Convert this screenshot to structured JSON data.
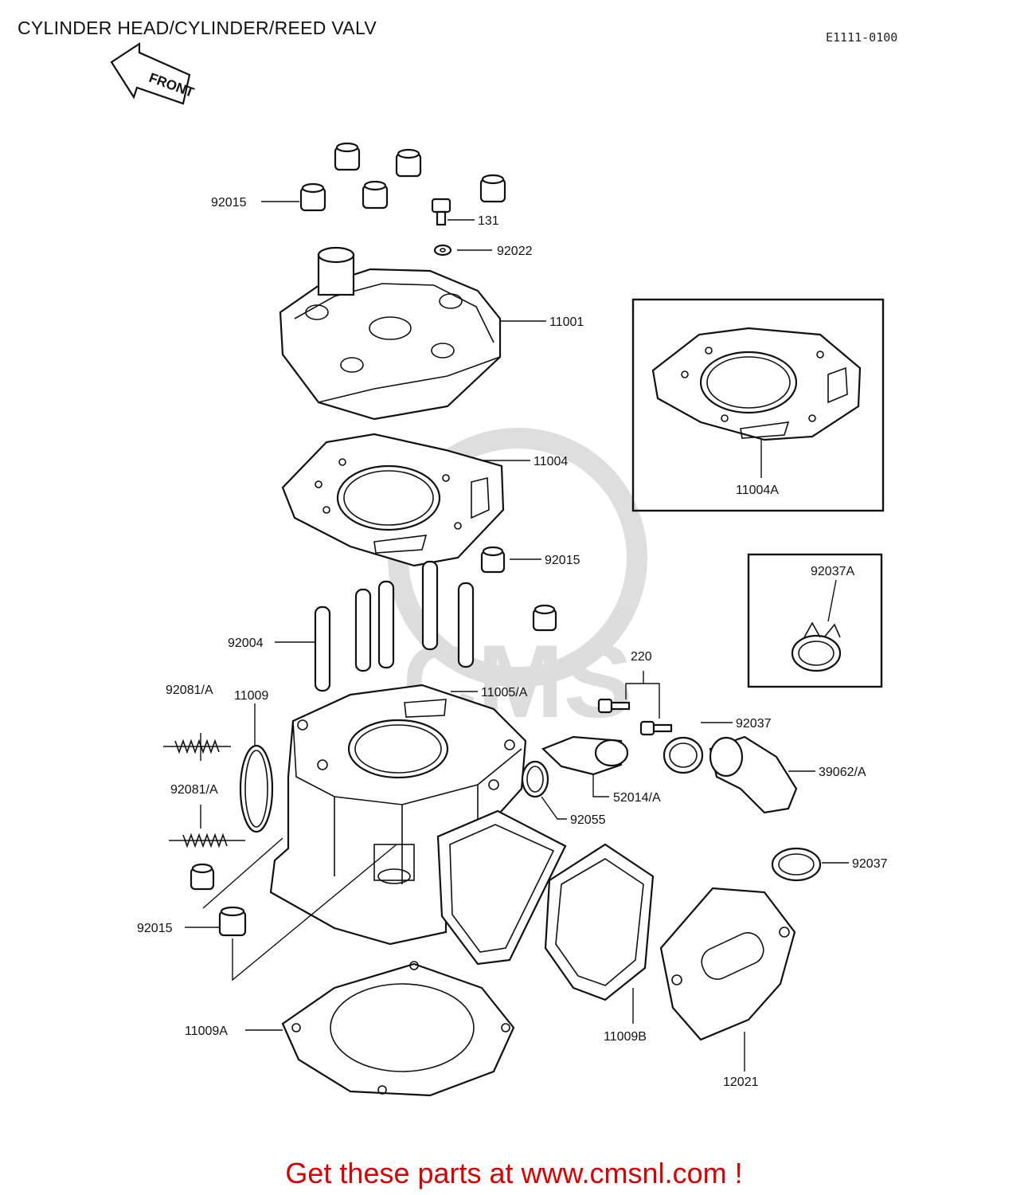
{
  "header": {
    "title": "CYLINDER HEAD/CYLINDER/REED VALV",
    "diagram_code": "E1111-0100",
    "front_marker": "FRONT"
  },
  "callouts": {
    "c_92015_a": "92015",
    "c_131": "131",
    "c_92022": "92022",
    "c_11001": "11001",
    "c_11004": "11004",
    "c_11004a": "11004A",
    "c_92015_b": "92015",
    "c_92037a": "92037A",
    "c_92004": "92004",
    "c_220": "220",
    "c_92081a_1": "92081/A",
    "c_11009": "11009",
    "c_11005a": "11005/A",
    "c_92037_a": "92037",
    "c_39062a": "39062/A",
    "c_52014a": "52014/A",
    "c_92081a_2": "92081/A",
    "c_92055": "92055",
    "c_92037_b": "92037",
    "c_92015_c": "92015",
    "c_11009a": "11009A",
    "c_11009b": "11009B",
    "c_12021": "12021"
  },
  "watermark": {
    "text": "CMS"
  },
  "footer": {
    "cta": "Get these parts at www.cmsnl.com !"
  }
}
